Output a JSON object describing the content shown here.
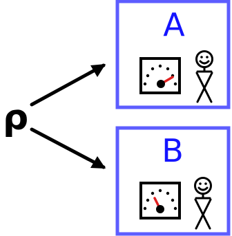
{
  "source": {
    "symbol": "ρ"
  },
  "boxes": [
    {
      "label": "A",
      "meter_icon": "measurement-meter-icon",
      "person_icon": "smiley-stick-figure-icon"
    },
    {
      "label": "B",
      "meter_icon": "measurement-meter-icon",
      "person_icon": "smiley-stick-figure-icon"
    }
  ],
  "colors": {
    "box_border": "#5d5dff",
    "label": "#1414ff",
    "needle": "#e02020",
    "ink": "#000000",
    "background": "#ffffff"
  }
}
